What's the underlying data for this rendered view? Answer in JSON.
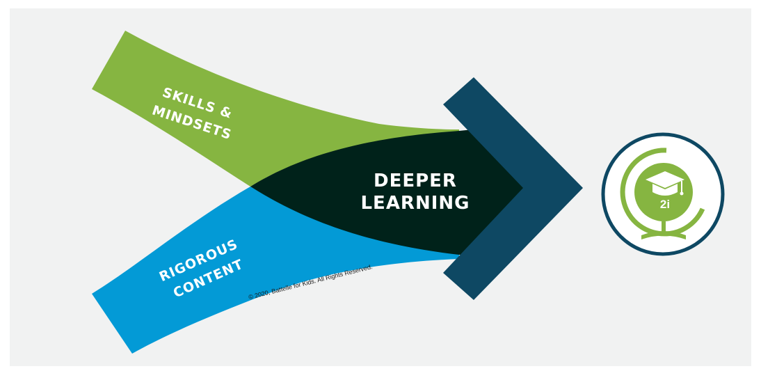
{
  "diagram": {
    "top_band_label": [
      "SKILLS &",
      "MINDSETS"
    ],
    "bottom_band_label": [
      "RIGOROUS",
      "CONTENT"
    ],
    "center_label": [
      "DEEPER",
      "LEARNING"
    ],
    "copyright": "© 2020, Battelle for Kids. All Rights Reserved.",
    "logo_text": "2i",
    "colors": {
      "green": "#86b541",
      "blue": "#039ad6",
      "dark_core": "#00221a",
      "chevron": "#0e4863",
      "logo_ring": "#0e4863",
      "logo_green": "#86b541",
      "background": "#f1f2f2"
    },
    "icons": [
      "graduation-cap-icon",
      "globe-icon"
    ]
  }
}
